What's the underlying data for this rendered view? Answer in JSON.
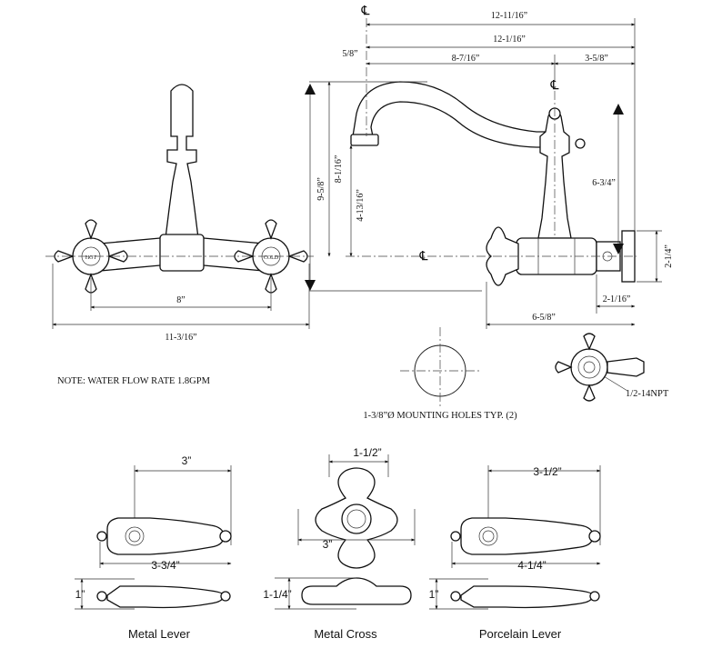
{
  "front_view": {
    "dim_center_spacing": "8”",
    "dim_overall_width": "11-3/16”",
    "label_hot": "HOT",
    "label_cold": "COLD"
  },
  "side_view": {
    "center_symbol": "℄",
    "dim_spout_reach_total": "12-11/16”",
    "dim_spout_reach": "12-1/16”",
    "dim_offset_small": "5/8”",
    "dim_spout_to_center": "8-7/16”",
    "dim_center_to_wall": "3-5/8”",
    "dim_total_height": "9-5/8”",
    "dim_height_above_spout": "8-1/16”",
    "dim_spout_height": "4-13/16”",
    "dim_body_height": "6-3/4”",
    "dim_flange": "2-1/4”",
    "dim_wall_offset": "2-1/16”",
    "dim_projection": "6-5/8”"
  },
  "note": "NOTE: WATER FLOW RATE 1.8GPM",
  "mounting_holes_label": "1-3/8”Ø MOUNTING HOLES TYP. (2)",
  "npt_label": "1/2-14NPT",
  "handles": [
    {
      "caption": "Metal Lever",
      "dim_top": "3”",
      "dim_bottom": "3-3/4”",
      "dim_height": "1”"
    },
    {
      "caption": "Metal Cross",
      "dim_top": "1-1/2”",
      "dim_bottom": "3”",
      "dim_height": "1-1/4”"
    },
    {
      "caption": "Porcelain Lever",
      "dim_top": "3-1/2”",
      "dim_bottom": "4-1/4”",
      "dim_height": "1”"
    }
  ]
}
